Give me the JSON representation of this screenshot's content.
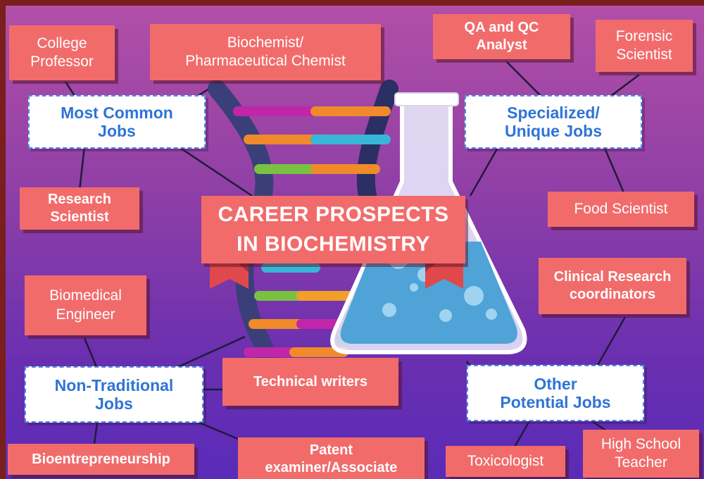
{
  "title": {
    "line1": "CAREER PROSPECTS",
    "line2": "IN  BIOCHEMISTRY"
  },
  "categories": {
    "most_common": {
      "line1": "Most Common",
      "line2": "Jobs"
    },
    "specialized": {
      "line1": "Specialized/",
      "line2": "Unique Jobs"
    },
    "non_traditional": {
      "line1": "Non-Traditional",
      "line2": "Jobs"
    },
    "other": {
      "line1": "Other",
      "line2": "Potential Jobs"
    }
  },
  "jobs": {
    "college_professor": {
      "line1": "College",
      "line2": "Professor"
    },
    "biochemist": {
      "line1": "Biochemist/",
      "line2": "Pharmaceutical Chemist"
    },
    "research_scientist": {
      "line1": "Research",
      "line2": "Scientist"
    },
    "qa_qc": {
      "line1": "QA and QC",
      "line2": "Analyst"
    },
    "forensic": {
      "line1": "Forensic",
      "line2": "Scientist"
    },
    "food_scientist": "Food Scientist",
    "biomedical": {
      "line1": "Biomedical",
      "line2": "Engineer"
    },
    "technical_writers": "Technical writers",
    "bioentrepreneurship": "Bioentrepreneurship",
    "patent": {
      "line1": "Patent",
      "line2": "examiner/Associate"
    },
    "clinical": {
      "line1": "Clinical Research",
      "line2": "coordinators"
    },
    "toxicologist": "Toxicologist",
    "high_school": {
      "line1": "High School",
      "line2": "Teacher"
    }
  },
  "colors": {
    "box": "#f26b6b",
    "category_text": "#2f74d6",
    "background_top": "#b24fa7",
    "background_bottom": "#5a2bb8",
    "flask_liquid": "#4fa3d6",
    "dna_strand": "#3a3f7a"
  }
}
